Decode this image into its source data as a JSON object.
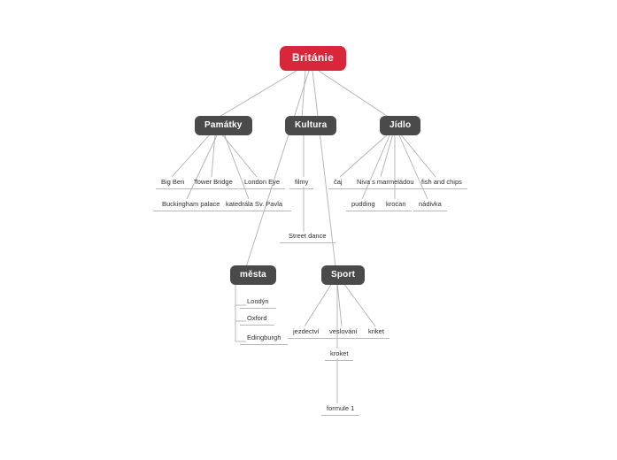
{
  "document": {
    "title": "Británie",
    "type": "mind-map",
    "background_color": "#ffffff"
  },
  "colors": {
    "root_fill": "#d8273a",
    "root_text": "#ffffff",
    "branch_fill": "#4a4a4a",
    "branch_text": "#ffffff",
    "leaf_text": "#2e2e2e",
    "edge_line": "#b0b0b0",
    "leaf_underline": "#b8b8b8"
  },
  "root": {
    "label": "Británie"
  },
  "branches": [
    {
      "id": "pamatky",
      "label": "Památky",
      "children": [
        {
          "label": "Big Ben"
        },
        {
          "label": "Tower Bridge"
        },
        {
          "label": "London Eye"
        },
        {
          "label": "Buckingham palace"
        },
        {
          "label": "katedrála Sv. Pavla"
        }
      ]
    },
    {
      "id": "kultura",
      "label": "Kultura",
      "children": [
        {
          "label": "filmy",
          "children": [
            {
              "label": "Street dance"
            }
          ]
        }
      ]
    },
    {
      "id": "jidlo",
      "label": "Jídlo",
      "children": [
        {
          "label": "čaj"
        },
        {
          "label": "Niva s marmeládou"
        },
        {
          "label": "fish and chips"
        },
        {
          "label": "pudding"
        },
        {
          "label": "krocan"
        },
        {
          "label": "nádivka"
        }
      ]
    },
    {
      "id": "mesta",
      "label": "města",
      "children": [
        {
          "label": "Londýn"
        },
        {
          "label": "Oxford"
        },
        {
          "label": "Edingburgh"
        }
      ]
    },
    {
      "id": "sport",
      "label": "Sport",
      "children": [
        {
          "label": "jezdectví"
        },
        {
          "label": "veslování"
        },
        {
          "label": "kriket"
        },
        {
          "label": "kroket",
          "children": [
            {
              "label": "formule 1"
            }
          ]
        }
      ]
    }
  ],
  "nodes": {
    "root": "Británie",
    "pamatky": "Památky",
    "kultura": "Kultura",
    "jidlo": "Jídlo",
    "mesta": "města",
    "sport": "Sport",
    "big_ben": "Big Ben",
    "tower_bridge": "Tower Bridge",
    "london_eye": "London Eye",
    "buckingham": "Buckingham palace",
    "katedrala": "katedrála Sv. Pavla",
    "filmy": "filmy",
    "street_dance": "Street dance",
    "caj": "čaj",
    "niva": "Niva s marmeládou",
    "fish_and_chips": "fish and chips",
    "pudding": "pudding",
    "krocan": "krocan",
    "nadivka": "nádivka",
    "londyn": "Londýn",
    "oxford": "Oxford",
    "edingburgh": "Edingburgh",
    "jezdectvi": "jezdectví",
    "veslovani": "veslování",
    "kriket": "kriket",
    "kroket": "kroket",
    "formule_1": "formule 1"
  }
}
